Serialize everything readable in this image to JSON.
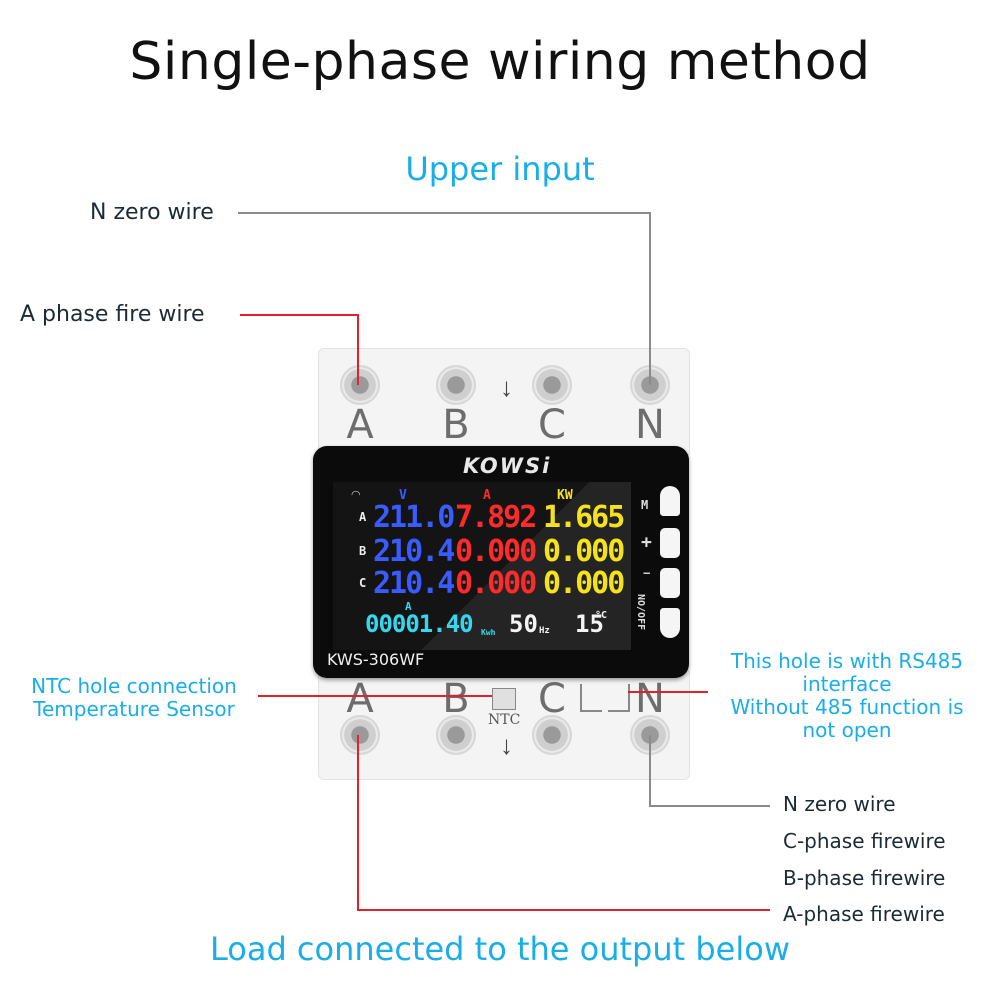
{
  "title": "Single-phase wiring method",
  "upper_label": "Upper input",
  "lower_label": "Load connected to the output below",
  "top_labels": {
    "n_zero": "N zero wire",
    "a_phase": "A phase fire wire"
  },
  "side_labels": {
    "ntc_line1": "NTC hole connection",
    "ntc_line2": "Temperature Sensor",
    "rs485_line1": "This hole is with RS485",
    "rs485_line2": "interface",
    "rs485_line3": "Without 485 function is",
    "rs485_line4": "not open"
  },
  "bottom_labels": {
    "n_zero": "N zero wire",
    "c_phase": "C-phase firewire",
    "b_phase": "B-phase firewire",
    "a_phase": "A-phase firewire"
  },
  "terminals_top": [
    "A",
    "B",
    "C",
    "N"
  ],
  "terminals_bottom": [
    "A",
    "B",
    "C",
    "N"
  ],
  "ntc_port": "NTC",
  "device": {
    "brand": "KOWSi",
    "model": "KWS-306WF",
    "header_v": "V",
    "header_a": "A",
    "header_kw": "KW",
    "rows": [
      {
        "phase": "A",
        "v": "211.0",
        "a": "7.892",
        "kw": "1.665"
      },
      {
        "phase": "B",
        "v": "210.4",
        "a": "0.000",
        "kw": "0.000"
      },
      {
        "phase": "C",
        "v": "210.4",
        "a": "0.000",
        "kw": "0.000"
      }
    ],
    "energy_unit_top": "A",
    "energy": "00001.40",
    "energy_unit": "Kwh",
    "freq": "50",
    "freq_unit": "Hz",
    "temp": "15",
    "temp_unit": "°C",
    "buttons": {
      "m": "M",
      "plus": "+",
      "minus": "−",
      "onoff": "NO/OFF"
    }
  },
  "colors": {
    "accent_blue": "#1aaee8",
    "wire_red": "#e4202a",
    "wire_gray": "#8a8a8a",
    "seg_blue": "#3a5cff",
    "seg_red": "#ff2a2a",
    "seg_yellow": "#f6e21a",
    "seg_cyan": "#36d7ee"
  }
}
